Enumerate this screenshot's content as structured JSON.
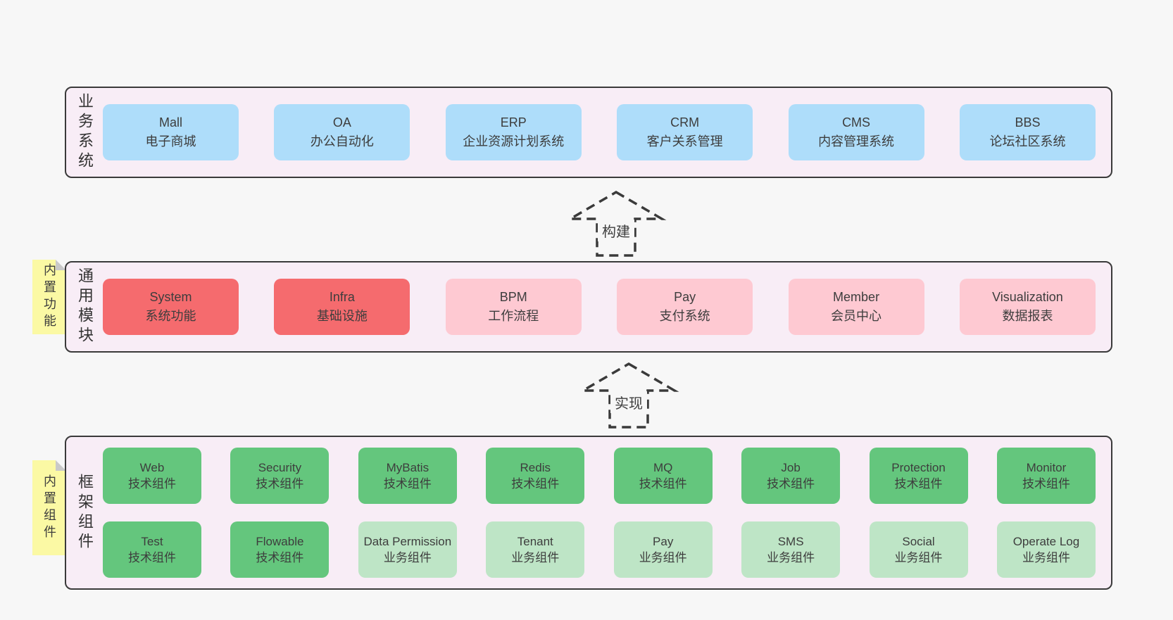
{
  "colors": {
    "page_bg": "#f7f7f7",
    "band_bg": "#f8edf6",
    "band_border": "#3a3a3a",
    "blue_box": "#aeddfa",
    "red_box": "#f56b6e",
    "pink_box": "#fec9d2",
    "green_box": "#64c67d",
    "light_green_box": "#bee5c6",
    "sticky_note": "#fbf9a4",
    "sticky_fold": "#c9c9c9",
    "text": "#3d3d3d"
  },
  "bands": [
    {
      "label": "业务系统",
      "boxes": [
        {
          "name": "Mall",
          "subtitle": "电子商城"
        },
        {
          "name": "OA",
          "subtitle": "办公自动化"
        },
        {
          "name": "ERP",
          "subtitle": "企业资源计划系统"
        },
        {
          "name": "CRM",
          "subtitle": "客户关系管理"
        },
        {
          "name": "CMS",
          "subtitle": "内容管理系统"
        },
        {
          "name": "BBS",
          "subtitle": "论坛社区系统"
        }
      ]
    },
    {
      "label": "通用模块",
      "sticky": "内置功能",
      "boxes": [
        {
          "name": "System",
          "subtitle": "系统功能"
        },
        {
          "name": "Infra",
          "subtitle": "基础设施"
        },
        {
          "name": "BPM",
          "subtitle": "工作流程"
        },
        {
          "name": "Pay",
          "subtitle": "支付系统"
        },
        {
          "name": "Member",
          "subtitle": "会员中心"
        },
        {
          "name": "Visualization",
          "subtitle": "数据报表"
        }
      ]
    },
    {
      "label": "框架组件",
      "sticky": "内置组件",
      "rows": [
        [
          {
            "name": "Web",
            "subtitle": "技术组件"
          },
          {
            "name": "Security",
            "subtitle": "技术组件"
          },
          {
            "name": "MyBatis",
            "subtitle": "技术组件"
          },
          {
            "name": "Redis",
            "subtitle": "技术组件"
          },
          {
            "name": "MQ",
            "subtitle": "技术组件"
          },
          {
            "name": "Job",
            "subtitle": "技术组件"
          },
          {
            "name": "Protection",
            "subtitle": "技术组件"
          },
          {
            "name": "Monitor",
            "subtitle": "技术组件"
          }
        ],
        [
          {
            "name": "Test",
            "subtitle": "技术组件"
          },
          {
            "name": "Flowable",
            "subtitle": "技术组件"
          },
          {
            "name": "Data Permission",
            "subtitle": "业务组件"
          },
          {
            "name": "Tenant",
            "subtitle": "业务组件"
          },
          {
            "name": "Pay",
            "subtitle": "业务组件"
          },
          {
            "name": "SMS",
            "subtitle": "业务组件"
          },
          {
            "name": "Social",
            "subtitle": "业务组件"
          },
          {
            "name": "Operate Log",
            "subtitle": "业务组件"
          }
        ]
      ]
    }
  ],
  "arrows": [
    {
      "label": "构建"
    },
    {
      "label": "实现"
    }
  ]
}
